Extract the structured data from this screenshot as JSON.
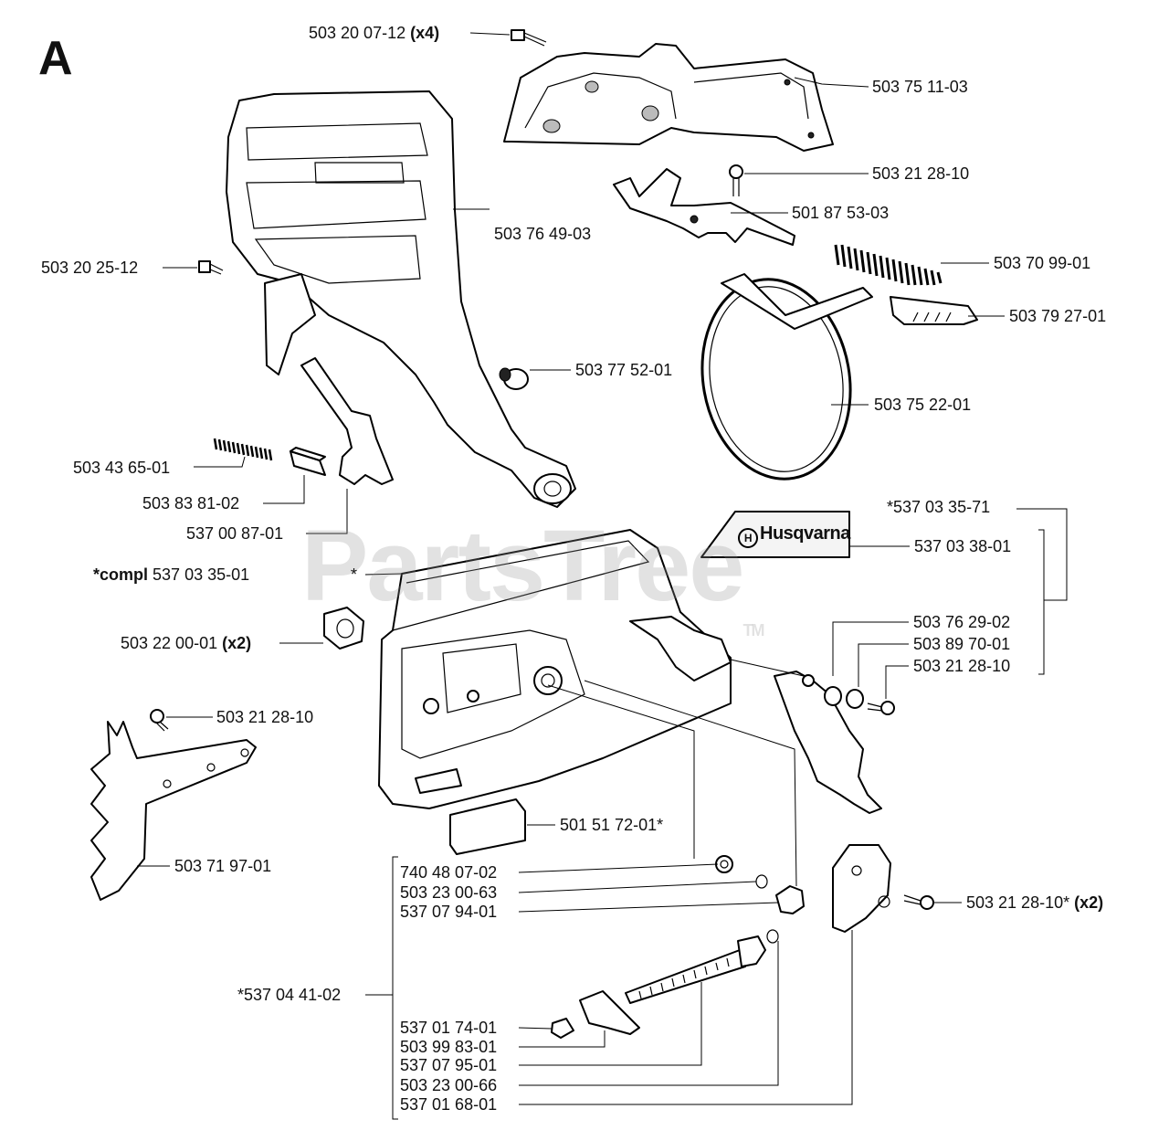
{
  "section_letter": "A",
  "watermark": "PartsTree",
  "watermark_tm": "TM",
  "brand_logo": "Husqvarna",
  "labels": {
    "p_503_20_07_12": {
      "num": "503 20 07-12",
      "qty": "(x4)"
    },
    "p_503_75_11_03": {
      "num": "503 75 11-03"
    },
    "p_503_21_28_10_top": {
      "num": "503 21 28-10"
    },
    "p_501_87_53_03": {
      "num": "501 87 53-03"
    },
    "p_503_70_99_01": {
      "num": "503 70 99-01"
    },
    "p_503_76_49_03": {
      "num": "503 76 49-03"
    },
    "p_503_20_25_12": {
      "num": "503 20 25-12"
    },
    "p_503_79_27_01": {
      "num": "503 79 27-01"
    },
    "p_503_77_52_01": {
      "num": "503 77 52-01"
    },
    "p_503_75_22_01": {
      "num": "503 75 22-01"
    },
    "p_503_43_65_01": {
      "num": "503 43 65-01"
    },
    "p_503_83_81_02": {
      "num": "503 83 81-02"
    },
    "p_537_00_87_01": {
      "num": "537 00 87-01"
    },
    "p_537_03_35_71": {
      "num": "*537 03 35-71"
    },
    "p_537_03_38_01": {
      "num": "537 03 38-01"
    },
    "p_compl": {
      "prefix": "*compl",
      "num": "537 03 35-01"
    },
    "asterisk": {
      "num": "*"
    },
    "p_503_76_29_02": {
      "num": "503 76 29-02"
    },
    "p_503_89_70_01": {
      "num": "503 89 70-01"
    },
    "p_503_21_28_10_right": {
      "num": "503 21 28-10"
    },
    "p_503_22_00_01": {
      "num": "503 22 00-01",
      "qty": "(x2)"
    },
    "p_503_21_28_10_left": {
      "num": "503 21 28-10"
    },
    "p_501_51_72_01": {
      "num": "501 51 72-01*"
    },
    "p_503_71_97_01": {
      "num": "503 71 97-01"
    },
    "p_740_48_07_02": {
      "num": "740 48 07-02"
    },
    "p_503_23_00_63": {
      "num": "503 23 00-63"
    },
    "p_537_07_94_01": {
      "num": "537 07 94-01"
    },
    "p_503_21_28_10_x2": {
      "num": "503 21 28-10*",
      "qty": "(x2)"
    },
    "p_537_04_41_02": {
      "num": "*537 04 41-02"
    },
    "p_537_01_74_01": {
      "num": "537 01 74-01"
    },
    "p_503_99_83_01": {
      "num": "503 99 83-01"
    },
    "p_537_07_95_01": {
      "num": "537 07 95-01"
    },
    "p_503_23_00_66": {
      "num": "503 23 00-66"
    },
    "p_537_01_68_01": {
      "num": "537 01 68-01"
    }
  }
}
